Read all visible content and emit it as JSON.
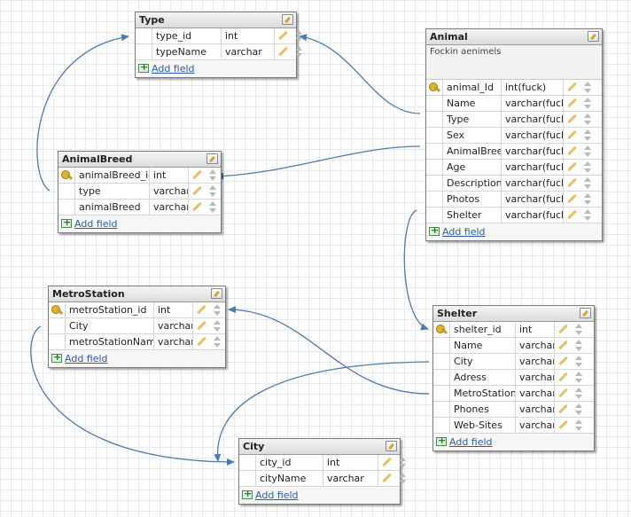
{
  "colors": {
    "connector": "#4a7ab0",
    "link": "#2a5db0",
    "header": "#dcdcdc"
  },
  "tables": {
    "type": {
      "title": "Type",
      "add_label": "Add field",
      "fields": [
        {
          "name": "type_id",
          "type": "int",
          "key": false
        },
        {
          "name": "typeName",
          "type": "varchar",
          "key": false
        }
      ]
    },
    "animal": {
      "title": "Animal",
      "comment": "Fockin aenimels",
      "add_label": "Add field",
      "fields": [
        {
          "name": "animal_Id",
          "type": "int(fuck)",
          "key": true
        },
        {
          "name": "Name",
          "type": "varchar(fuck)",
          "key": false
        },
        {
          "name": "Type",
          "type": "varchar(fuck)",
          "key": false
        },
        {
          "name": "Sex",
          "type": "varchar(fuck)",
          "key": false
        },
        {
          "name": "AnimalBreed",
          "type": "varchar(fuck)",
          "key": false
        },
        {
          "name": "Age",
          "type": "varchar(fuck)",
          "key": false
        },
        {
          "name": "Description",
          "type": "varchar(fuck)",
          "key": false
        },
        {
          "name": "Photos",
          "type": "varchar(fuck)",
          "key": false
        },
        {
          "name": "Shelter",
          "type": "varchar(fuck)",
          "key": false
        }
      ]
    },
    "animalbreed": {
      "title": "AnimalBreed",
      "add_label": "Add field",
      "fields": [
        {
          "name": "animalBreed_id",
          "type": "int",
          "key": true
        },
        {
          "name": "type",
          "type": "varchar",
          "key": false
        },
        {
          "name": "animalBreed",
          "type": "varchar",
          "key": false
        }
      ]
    },
    "metrostation": {
      "title": "MetroStation",
      "add_label": "Add field",
      "fields": [
        {
          "name": "metroStation_id",
          "type": "int",
          "key": true
        },
        {
          "name": "City",
          "type": "varchar",
          "key": false
        },
        {
          "name": "metroStationName",
          "type": "varchar",
          "key": false
        }
      ]
    },
    "shelter": {
      "title": "Shelter",
      "add_label": "Add field",
      "fields": [
        {
          "name": "shelter_id",
          "type": "int",
          "key": true
        },
        {
          "name": "Name",
          "type": "varchar",
          "key": false
        },
        {
          "name": "City",
          "type": "varchar",
          "key": false
        },
        {
          "name": "Adress",
          "type": "varchar",
          "key": false
        },
        {
          "name": "MetroStation",
          "type": "varchar",
          "key": false
        },
        {
          "name": "Phones",
          "type": "varchar",
          "key": false
        },
        {
          "name": "Web-Sites",
          "type": "varchar",
          "key": false
        }
      ]
    },
    "city": {
      "title": "City",
      "add_label": "Add field",
      "fields": [
        {
          "name": "city_id",
          "type": "int",
          "key": false
        },
        {
          "name": "cityName",
          "type": "varchar",
          "key": false
        }
      ]
    }
  }
}
